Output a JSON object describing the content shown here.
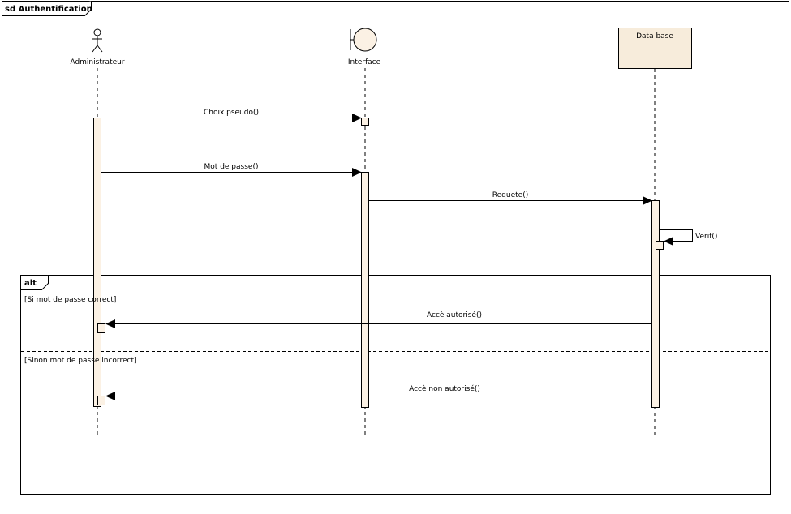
{
  "diagram": {
    "title": "sd Authentification",
    "participants": [
      {
        "name": "Administrateur",
        "kind": "actor"
      },
      {
        "name": "Interface",
        "kind": "boundary"
      },
      {
        "name": "Data base",
        "kind": "entity-box"
      }
    ],
    "messages": [
      {
        "label": "Choix pseudo()",
        "from": "Administrateur",
        "to": "Interface"
      },
      {
        "label": "Mot de passe()",
        "from": "Administrateur",
        "to": "Interface"
      },
      {
        "label": "Requete()",
        "from": "Interface",
        "to": "Data base"
      },
      {
        "label": "Verif()",
        "from": "Data base",
        "to": "Data base"
      },
      {
        "label": "Accè autorisé()",
        "from": "Data base",
        "to": "Administrateur"
      },
      {
        "label": "Accè non autorisé()",
        "from": "Data base",
        "to": "Administrateur"
      }
    ],
    "alt": {
      "keyword": "alt",
      "guard1": "[Si mot de passe correct]",
      "guard2": "[Sinon mot de passe incorrect]"
    },
    "colors": {
      "activation_fill": "#fbf1e4",
      "db_box_fill": "#f7ecdb",
      "line": "#000000"
    }
  }
}
